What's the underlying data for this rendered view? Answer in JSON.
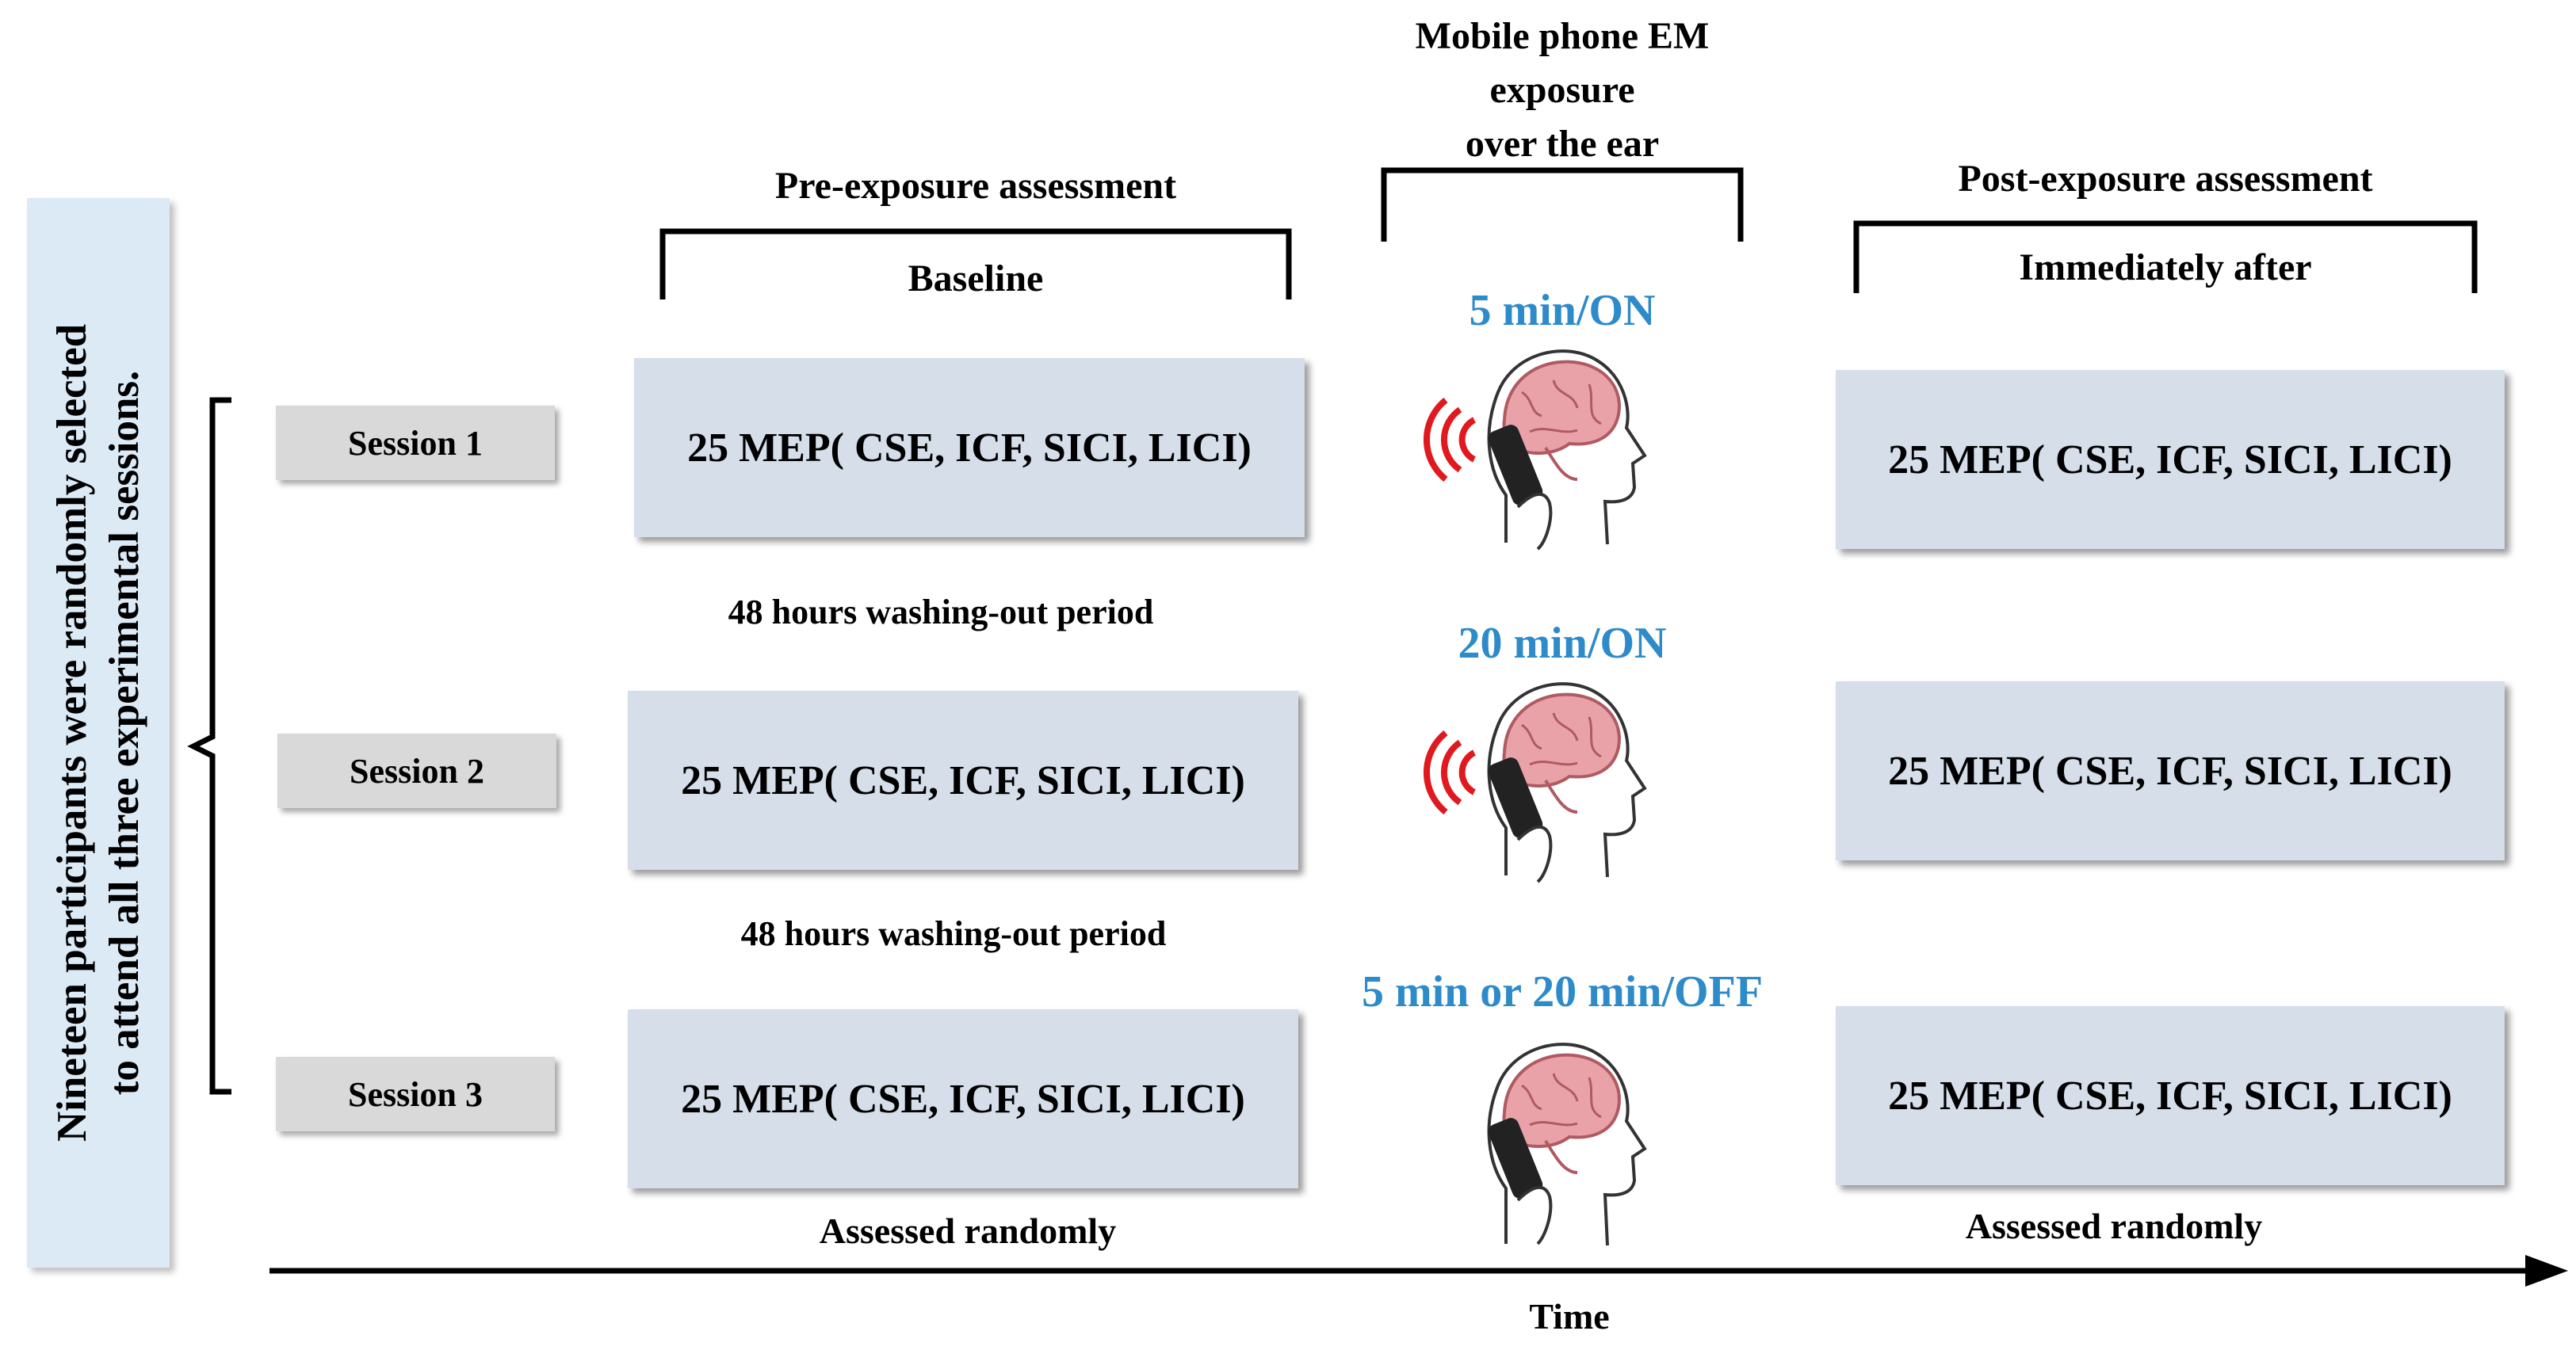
{
  "side_label": {
    "line1": "Nineteen participants were randomly selected",
    "line2": "to attend all three experimental sessions."
  },
  "headings": {
    "pre_exposure": "Pre-exposure assessment",
    "baseline": "Baseline",
    "exposure_line1": "Mobile phone EM",
    "exposure_line2": "exposure",
    "exposure_line3": "over the ear",
    "post_exposure": "Post-exposure assessment",
    "immediately_after": "Immediately after"
  },
  "sessions": [
    {
      "label": "Session 1",
      "pre": "25 MEP( CSE, ICF, SICI, LICI)",
      "exposure": "5 min/ON",
      "post": "25 MEP( CSE, ICF, SICI, LICI)",
      "phone_on": true
    },
    {
      "label": "Session 2",
      "pre": "25 MEP( CSE, ICF, SICI, LICI)",
      "exposure": "20  min/ON",
      "post": "25 MEP( CSE, ICF, SICI, LICI)",
      "phone_on": true
    },
    {
      "label": "Session 3",
      "pre": "25 MEP( CSE, ICF, SICI, LICI)",
      "exposure": "5 min or 20 min/OFF",
      "post": "25 MEP( CSE, ICF, SICI, LICI)",
      "phone_on": false
    }
  ],
  "washout": [
    "48 hours washing-out period",
    "48 hours washing-out period"
  ],
  "assessed_randomly_pre": "Assessed randomly",
  "assessed_randomly_post": "Assessed randomly",
  "time_axis_label": "Time",
  "colors": {
    "exposure_text": "#2e8bc9",
    "box_fill": "#d5dee9",
    "tab_fill": "#d9d9d9",
    "side_fill": "#dceaf5",
    "wave": "#e0191f",
    "brain": "#e9a3a8"
  },
  "icons": {
    "head": "head-with-brain-icon",
    "phone": "mobile-phone-icon",
    "waves": "radio-wave-icon"
  }
}
